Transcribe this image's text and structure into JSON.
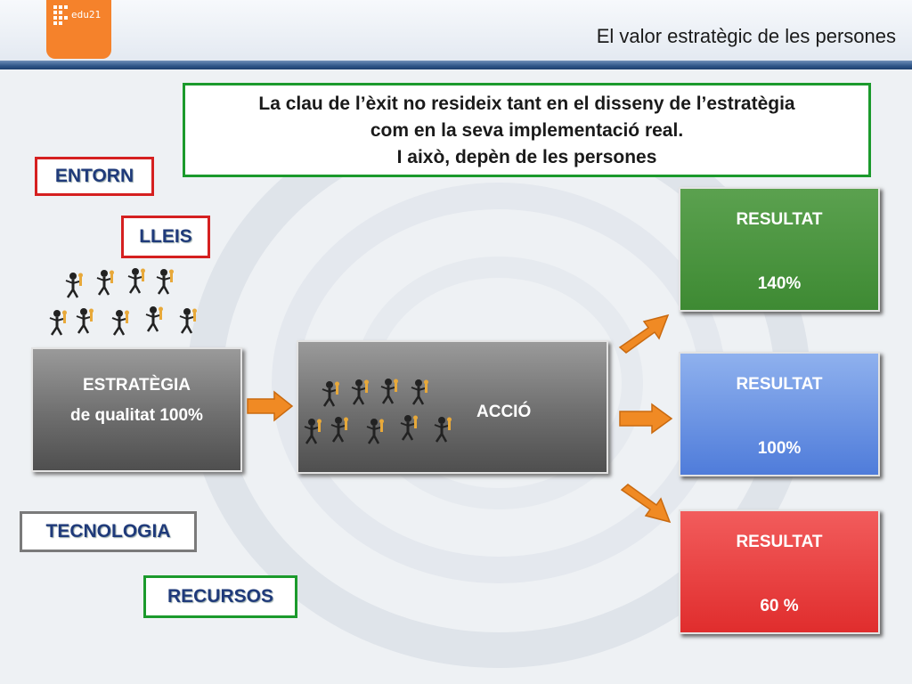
{
  "logo": {
    "text": "edu21"
  },
  "header": {
    "title": "El valor estratègic de les persones"
  },
  "quote": {
    "line1": "La clau de l’èxit no resideix tant en el disseny de l’estratègia",
    "line2": "com en la seva implementació real.",
    "line3": "I això, depèn de les persones"
  },
  "factors": {
    "entorn": "ENTORN",
    "lleis": "LLEIS",
    "tecnologia": "TECNOLOGIA",
    "recursos": "RECURSOS"
  },
  "strategy": {
    "line1": "ESTRATÈGIA",
    "line2": "de qualitat 100%"
  },
  "action": {
    "label": "ACCIÓ"
  },
  "results": [
    {
      "label": "RESULTAT",
      "value": "140%",
      "color": "#3e8a33"
    },
    {
      "label": "RESULTAT",
      "value": "100%",
      "color": "#4f7cda"
    },
    {
      "label": "RESULTAT",
      "value": "60 %",
      "color": "#e02d2d"
    }
  ],
  "colors": {
    "arrow": "#f08a24",
    "border_green": "#1b9a2c",
    "border_red": "#d52020",
    "text_blue": "#1f3a7a"
  },
  "icons": [
    "person-with-key-icon",
    "orange-arrow-icon"
  ]
}
